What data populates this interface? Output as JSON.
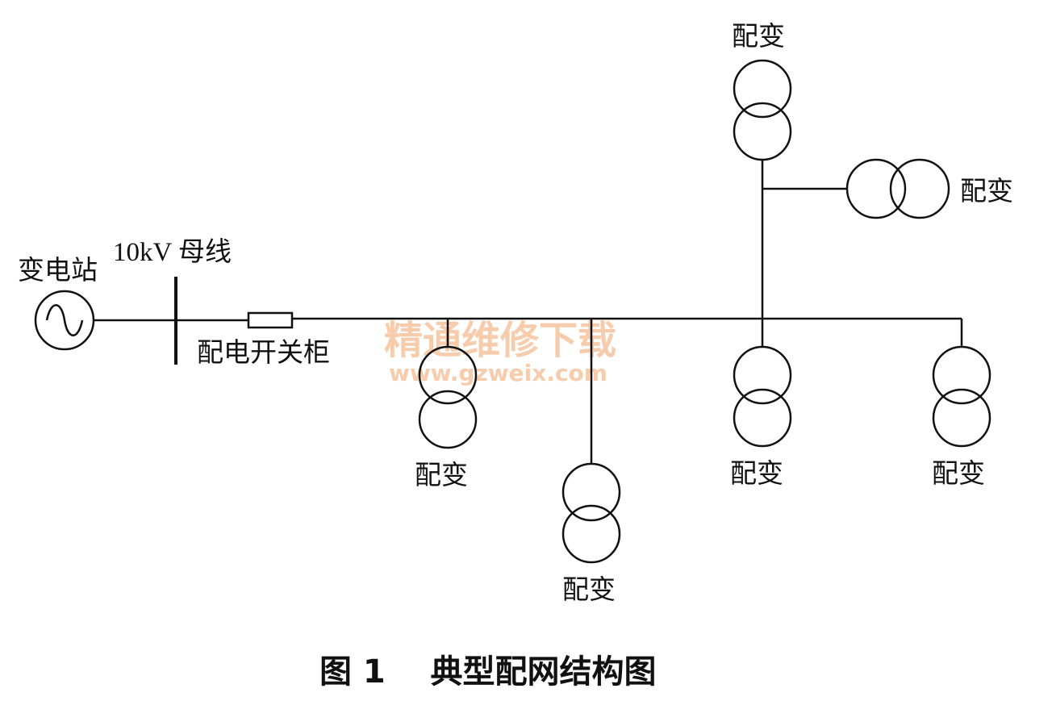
{
  "labels": {
    "substation": "变电站",
    "bus": "10kV 母线",
    "switchgear": "配电开关柜",
    "transformer": "配变"
  },
  "caption": "图 1    典型配网结构图",
  "watermark": {
    "text": "精通维修下载",
    "url": "www.gzweix.com",
    "color": "#f2a36a"
  },
  "colors": {
    "line": "#111111",
    "background": "#ffffff"
  }
}
